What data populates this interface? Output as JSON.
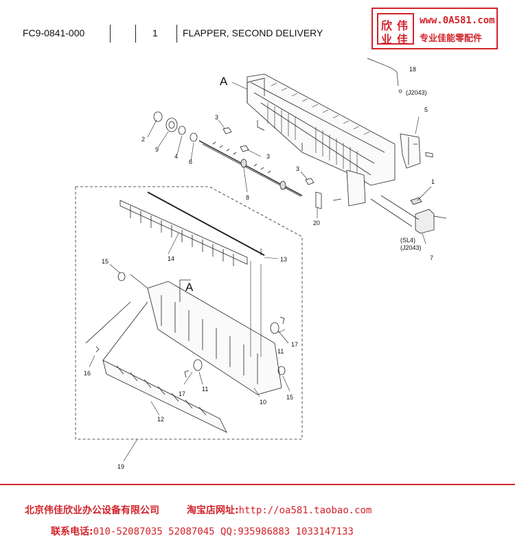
{
  "header": {
    "part_number": "FC9-0841-000",
    "page_number": "1",
    "title": "FLAPPER, SECOND DELIVERY"
  },
  "logo": {
    "mark_chars": [
      "欣",
      "伟",
      "业",
      "佳"
    ],
    "url": "www.0A581.com",
    "tagline": "专业佳能零配件"
  },
  "diagram": {
    "section_labels": [
      "A",
      "A"
    ],
    "callouts": [
      "18",
      "(J2043)",
      "5",
      "2",
      "9",
      "4",
      "6",
      "3",
      "3",
      "3",
      "8",
      "1",
      "20",
      "(SL4)",
      "(J2043)",
      "7",
      "14",
      "13",
      "15",
      "11",
      "17",
      "16",
      "11",
      "17",
      "10",
      "15",
      "12",
      "19"
    ]
  },
  "footer": {
    "company": "北京伟佳欣业办公设备有限公司",
    "shop_label": "淘宝店网址:",
    "shop_url": "http://oa581.taobao.com",
    "contact_label": "联系电话:",
    "contact_numbers": "010-52087035 52087045 QQ:935986883 1033147133"
  },
  "colors": {
    "brand_red": "#d2232a",
    "line": "#222222"
  }
}
